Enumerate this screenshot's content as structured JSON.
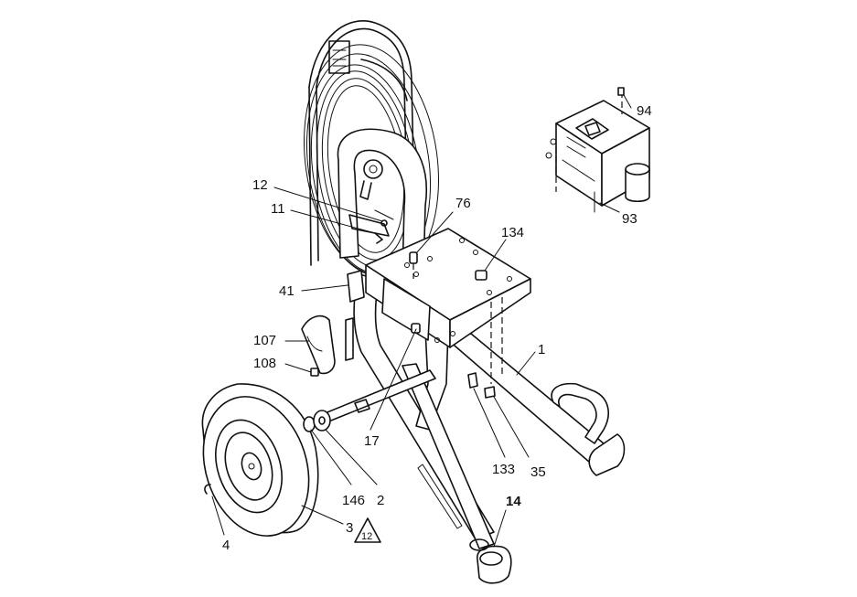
{
  "diagram": {
    "labels": {
      "p94": "94",
      "p93": "93",
      "p12": "12",
      "p11": "11",
      "p76": "76",
      "p134": "134",
      "p41": "41",
      "p107": "107",
      "p108": "108",
      "p1": "1",
      "p17": "17",
      "p133": "133",
      "p35": "35",
      "p146": "146",
      "p2": "2",
      "p14": "14",
      "p3": "3",
      "p4": "4",
      "warning_ref": "12"
    }
  }
}
